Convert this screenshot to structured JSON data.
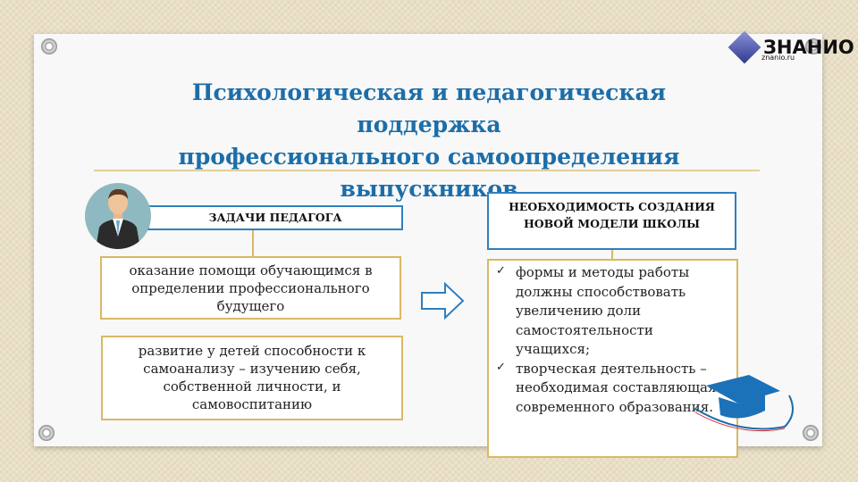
{
  "logo": {
    "name": "ЗНАНИО",
    "url": "znanio.ru"
  },
  "title": {
    "lines": [
      "Психологическая и педагогическая",
      "поддержка",
      "профессионального самоопределения",
      "выпускников"
    ]
  },
  "left": {
    "header": "ЗАДАЧИ ПЕДАГОГА",
    "box1": "оказание помощи обучающимся в определении профессионального будущего",
    "box2": "развитие у детей способности к самоанализу – изучению себя, собственной личности, и самовоспитанию"
  },
  "right": {
    "header": "НЕОБХОДИМОСТЬ СОЗДАНИЯ НОВОЙ МОДЕЛИ ШКОЛЫ",
    "items": [
      "формы и методы работы должны способствовать увеличению доли самостоятельности учащихся;",
      "творческая деятельность –необходимая составляющая современного образования."
    ]
  },
  "colors": {
    "accent": "#1c6ea8",
    "gold": "#d9b866",
    "box_border": "#2f7fbf"
  }
}
